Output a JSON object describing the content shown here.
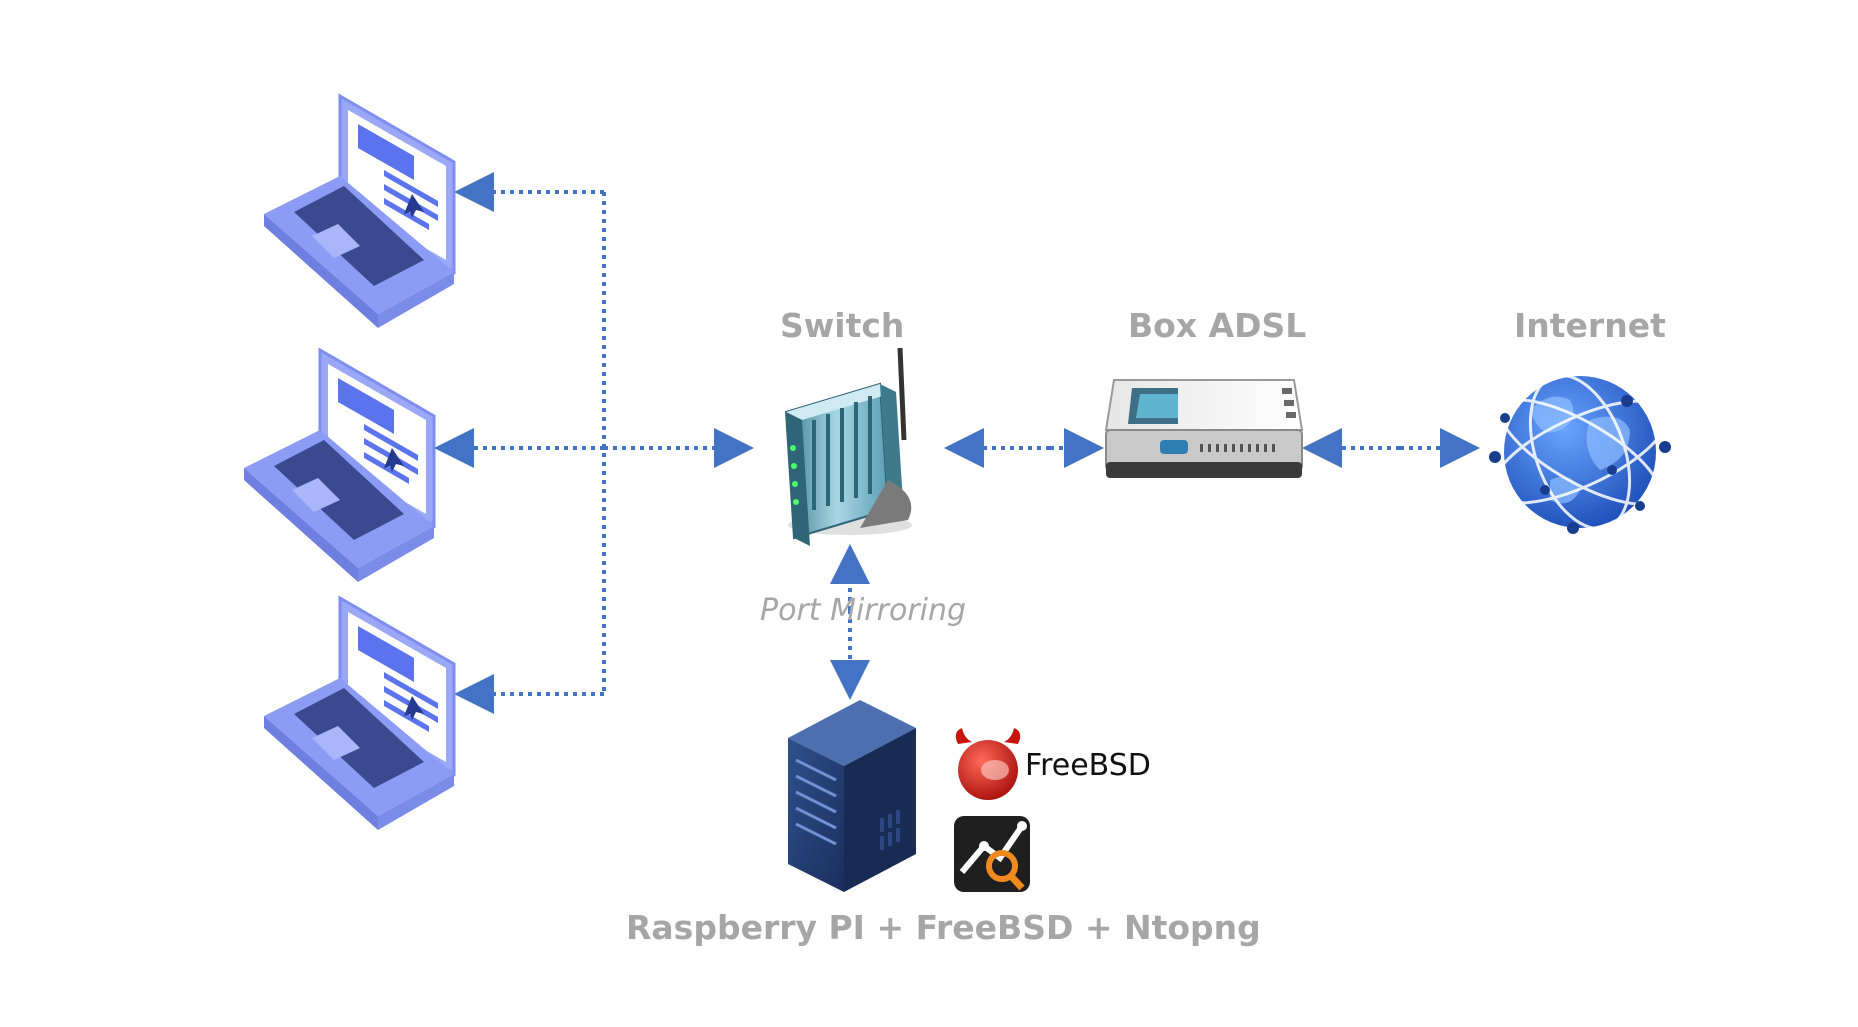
{
  "labels": {
    "switch": "Switch",
    "box": "Box ADSL",
    "internet": "Internet",
    "mirroring": "Port Mirroring",
    "server": "Raspberry PI + FreeBSD + Ntopng"
  },
  "logos": {
    "freebsd": "FreeBSD",
    "ntopng": "ntopng-logo-icon"
  },
  "nodes": [
    {
      "id": "laptop-1",
      "icon": "laptop-icon"
    },
    {
      "id": "laptop-2",
      "icon": "laptop-icon"
    },
    {
      "id": "laptop-3",
      "icon": "laptop-icon"
    },
    {
      "id": "switch",
      "icon": "wireless-switch-icon"
    },
    {
      "id": "box-adsl",
      "icon": "adsl-box-icon"
    },
    {
      "id": "internet",
      "icon": "globe-icon"
    },
    {
      "id": "server",
      "icon": "server-icon"
    }
  ],
  "colors": {
    "connector": "#4472c4",
    "label": "#a6a6a6",
    "laptop": "#8c9cf5",
    "server": "#1f3a6b",
    "globe": "#3b6fd4"
  }
}
